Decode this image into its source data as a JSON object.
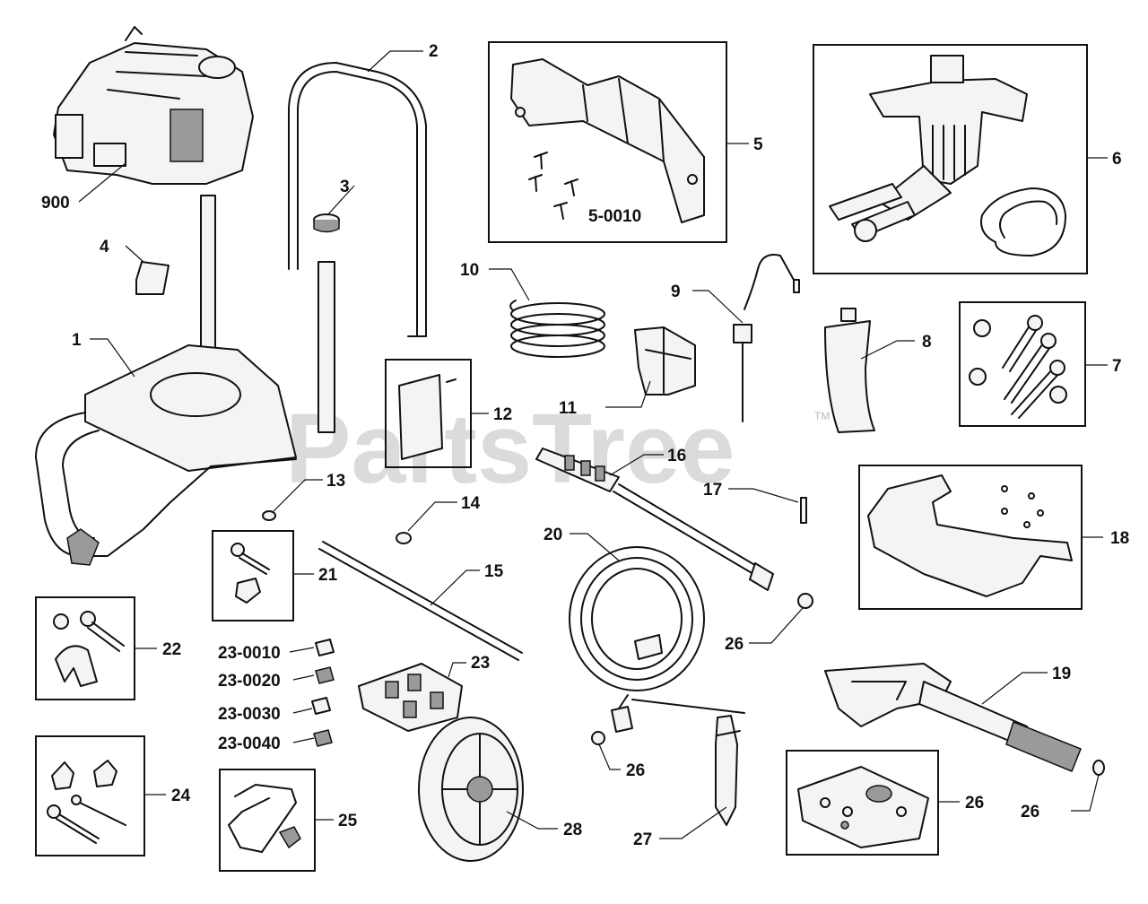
{
  "watermark": {
    "text": "PartsTree",
    "trademark": "TM"
  },
  "callouts": [
    {
      "id": "c-900",
      "text": "900"
    },
    {
      "id": "c-1",
      "text": "1"
    },
    {
      "id": "c-2",
      "text": "2"
    },
    {
      "id": "c-3",
      "text": "3"
    },
    {
      "id": "c-4",
      "text": "4"
    },
    {
      "id": "c-5",
      "text": "5"
    },
    {
      "id": "c-5-0010",
      "text": "5-0010"
    },
    {
      "id": "c-6",
      "text": "6"
    },
    {
      "id": "c-7",
      "text": "7"
    },
    {
      "id": "c-8",
      "text": "8"
    },
    {
      "id": "c-9",
      "text": "9"
    },
    {
      "id": "c-10",
      "text": "10"
    },
    {
      "id": "c-11",
      "text": "11"
    },
    {
      "id": "c-12",
      "text": "12"
    },
    {
      "id": "c-13",
      "text": "13"
    },
    {
      "id": "c-14",
      "text": "14"
    },
    {
      "id": "c-15",
      "text": "15"
    },
    {
      "id": "c-16",
      "text": "16"
    },
    {
      "id": "c-17",
      "text": "17"
    },
    {
      "id": "c-18",
      "text": "18"
    },
    {
      "id": "c-19",
      "text": "19"
    },
    {
      "id": "c-20",
      "text": "20"
    },
    {
      "id": "c-21",
      "text": "21"
    },
    {
      "id": "c-22",
      "text": "22"
    },
    {
      "id": "c-23",
      "text": "23"
    },
    {
      "id": "c-23-0010",
      "text": "23-0010"
    },
    {
      "id": "c-23-0020",
      "text": "23-0020"
    },
    {
      "id": "c-23-0030",
      "text": "23-0030"
    },
    {
      "id": "c-23-0040",
      "text": "23-0040"
    },
    {
      "id": "c-24",
      "text": "24"
    },
    {
      "id": "c-25",
      "text": "25"
    },
    {
      "id": "c-26a",
      "text": "26"
    },
    {
      "id": "c-26b",
      "text": "26"
    },
    {
      "id": "c-26c",
      "text": "26"
    },
    {
      "id": "c-26d",
      "text": "26"
    },
    {
      "id": "c-27",
      "text": "27"
    },
    {
      "id": "c-28",
      "text": "28"
    }
  ]
}
